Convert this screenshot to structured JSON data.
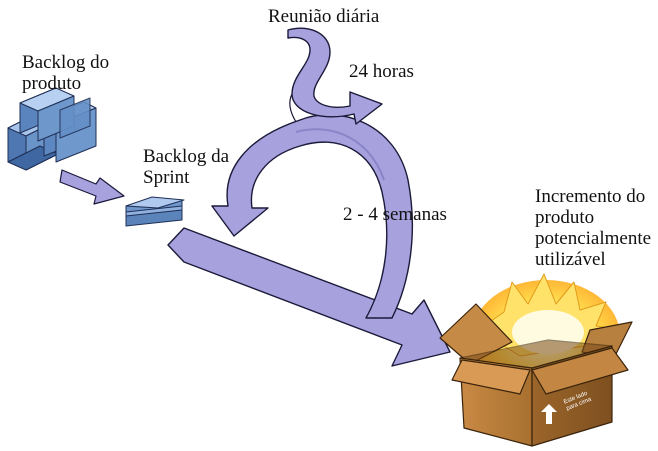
{
  "labels": {
    "backlog_produto": [
      "Backlog do",
      "produto"
    ],
    "backlog_sprint": [
      "Backlog da",
      "Sprint"
    ],
    "reuniao_diaria": "Reunião diária",
    "horas": "24 horas",
    "semanas": "2 - 4 semanas",
    "incremento": [
      "Incremento do",
      "produto",
      "potencialmente",
      "utilizável"
    ]
  },
  "box_caption": [
    "Este lado",
    "para cima"
  ],
  "colors": {
    "arrow_fill": "#a7a1dd",
    "arrow_stroke": "#1c1a3a",
    "stack_blocks": "#6a93c8",
    "box_cardboard": "#b07838",
    "glow": "#fff6a0"
  }
}
